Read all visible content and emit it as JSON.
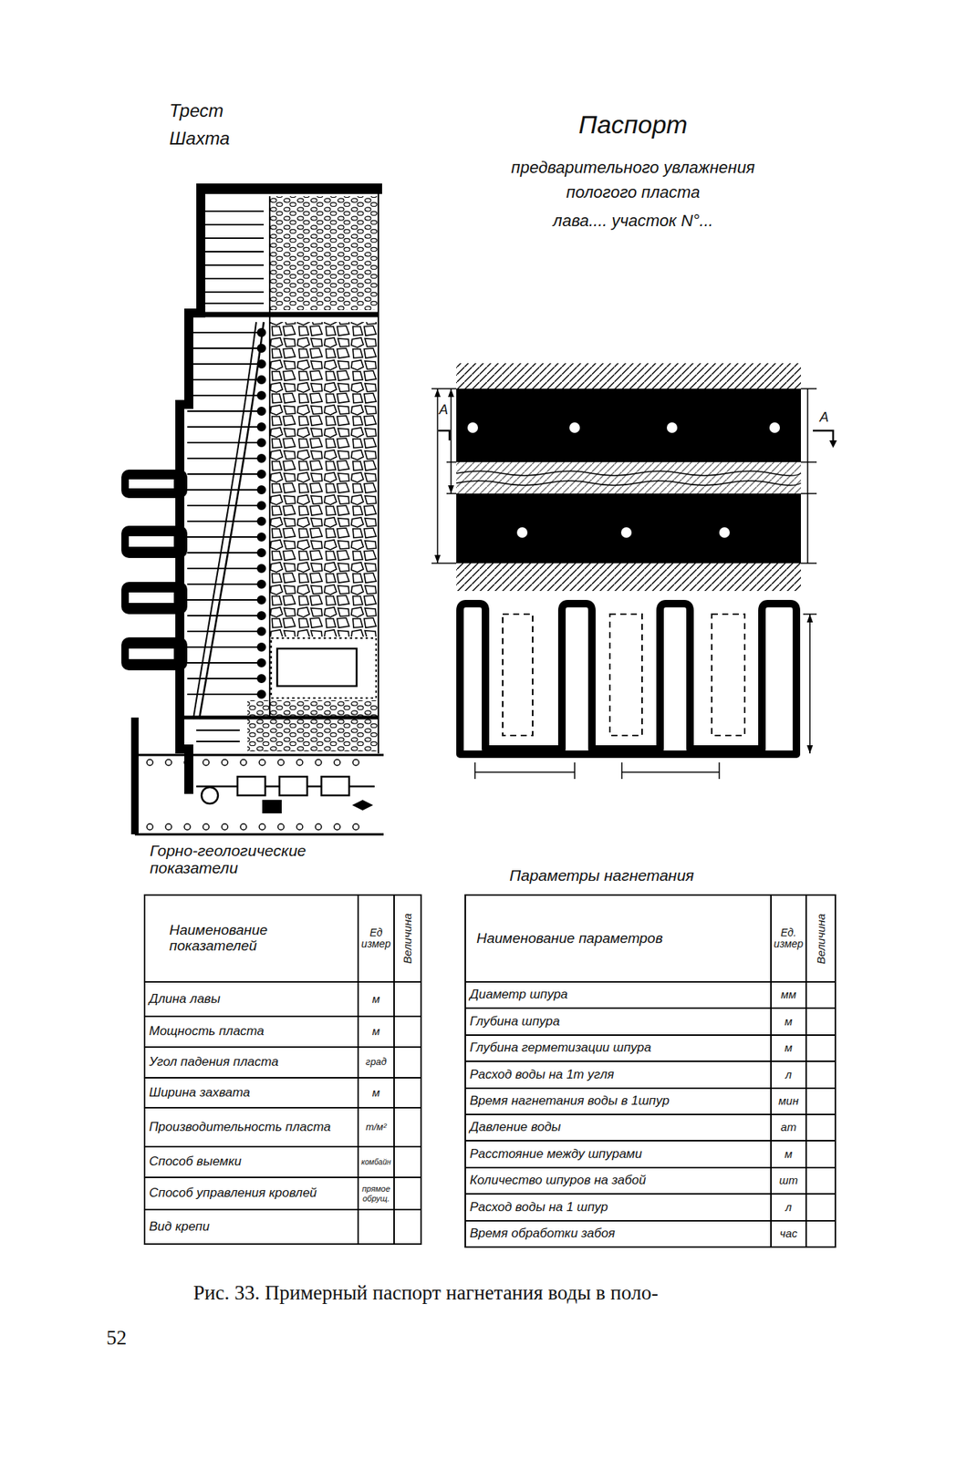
{
  "diagram": {
    "title": "Паспорт",
    "caption": "Рис. 33. Примерный паспорт нагнетания воды в поло-",
    "labels": [
      "Трест",
      "Шахта",
      "предварительного увлажнения",
      "пологого пласта",
      "лава.... участок N°...",
      "А",
      "А",
      "Горно-геологические показатели",
      "Параметры нагнетания",
      "Наименование показателей",
      "Ед измер",
      "Величина",
      "Длина лавы",
      "м",
      "Мощность пласта",
      "м",
      "Угол падения пласта",
      "град",
      "Ширина захвата",
      "м",
      "Производительность пласта",
      "т/м²",
      "Способ выемки",
      "комбайн",
      "Способ управления кровлей",
      "прямое обрущ.",
      "Вид крепи",
      "Наименование параметров",
      "Ед. измер",
      "Величина",
      "Диаметр шпура",
      "мм",
      "Глубина шпура",
      "м",
      "Глубина герметизации шпура",
      "м",
      "Расход воды на 1т угля",
      "л",
      "Время нагнетания воды в 1шпур",
      "мин",
      "Давление воды",
      "ат",
      "Расстояние между шпурами",
      "м",
      "Количество шпуров на забой",
      "шт",
      "Расход воды на 1 шпур",
      "л",
      "Время обработки забоя",
      "час",
      "52"
    ]
  }
}
